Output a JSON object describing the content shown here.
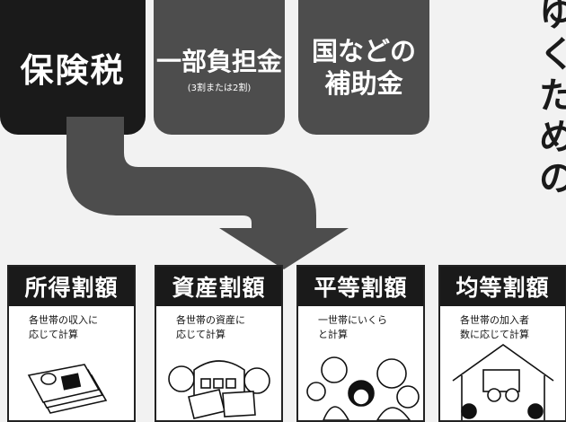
{
  "top_boxes": [
    {
      "title": "保険税",
      "subtitle": ""
    },
    {
      "title": "一部負担金",
      "subtitle": "(3割または2割)"
    },
    {
      "title": "国などの\n補助金",
      "subtitle": ""
    }
  ],
  "vertical_text": "ゆくための",
  "cards": [
    {
      "title": "所得割額",
      "desc": "各世帯の収入に\n応じて計算"
    },
    {
      "title": "資産割額",
      "desc": "各世帯の資産に\n応じて計算"
    },
    {
      "title": "平等割額",
      "desc": "一世帯にいくら\nと計算"
    },
    {
      "title": "均等割額",
      "desc": "各世帯の加入者\n数に応じて計算"
    }
  ],
  "colors": {
    "dark": "#1a1a1a",
    "gray": "#4d4d4d"
  }
}
